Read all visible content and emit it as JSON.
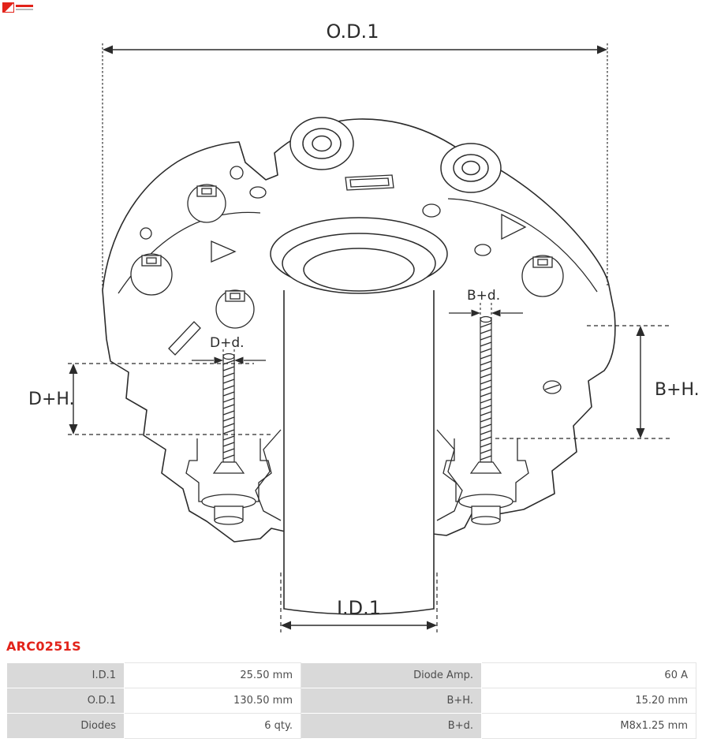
{
  "part_number": "ARC0251S",
  "drawing": {
    "labels": {
      "od1": "O.D.1",
      "id1": "I.D.1",
      "dh": "D+H.",
      "bh": "B+H.",
      "dd": "D+d.",
      "bd": "B+d."
    }
  },
  "table": {
    "rows": [
      {
        "label1": "I.D.1",
        "value1": "25.50 mm",
        "label2": "Diode Amp.",
        "value2": "60 A"
      },
      {
        "label1": "O.D.1",
        "value1": "130.50 mm",
        "label2": "B+H.",
        "value2": "15.20 mm"
      },
      {
        "label1": "Diodes",
        "value1": "6 qty.",
        "label2": "B+d.",
        "value2": "M8x1.25 mm"
      }
    ]
  },
  "colors": {
    "part_number_red": "#e2231a",
    "table_label_bg": "#d9d9d9",
    "line": "#2b2b2b"
  }
}
